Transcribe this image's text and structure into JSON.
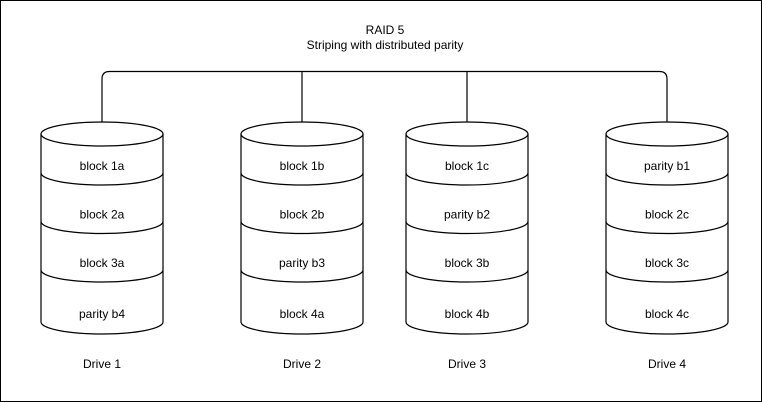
{
  "header": {
    "title": "RAID 5",
    "subtitle": "Striping with distributed parity"
  },
  "drives": [
    {
      "name": "Drive 1",
      "blocks": [
        "block 1a",
        "block 2a",
        "block 3a",
        "parity b4"
      ]
    },
    {
      "name": "Drive 2",
      "blocks": [
        "block 1b",
        "block 2b",
        "parity b3",
        "block 4a"
      ]
    },
    {
      "name": "Drive 3",
      "blocks": [
        "block 1c",
        "parity b2",
        "block 3b",
        "block 4b"
      ]
    },
    {
      "name": "Drive 4",
      "blocks": [
        "parity b1",
        "block 2c",
        "block 3c",
        "block 4c"
      ]
    }
  ],
  "colors": {
    "line": "#000000",
    "background": "#ffffff",
    "text": "#000000"
  }
}
